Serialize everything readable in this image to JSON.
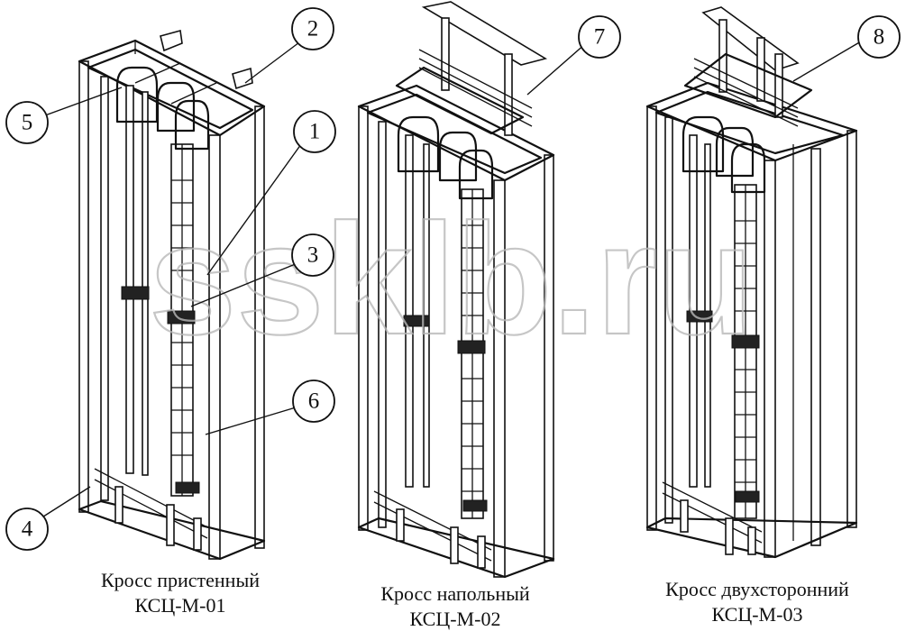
{
  "watermark": "ssklb.ru",
  "callouts": [
    "1",
    "2",
    "3",
    "4",
    "5",
    "6",
    "7",
    "8"
  ],
  "products": [
    {
      "name": "Кросс пристенный",
      "model": "КСЦ-М-01"
    },
    {
      "name": "Кросс напольный",
      "model": "КСЦ-М-02"
    },
    {
      "name": "Кросс двухсторонний",
      "model": "КСЦ-М-03"
    }
  ]
}
